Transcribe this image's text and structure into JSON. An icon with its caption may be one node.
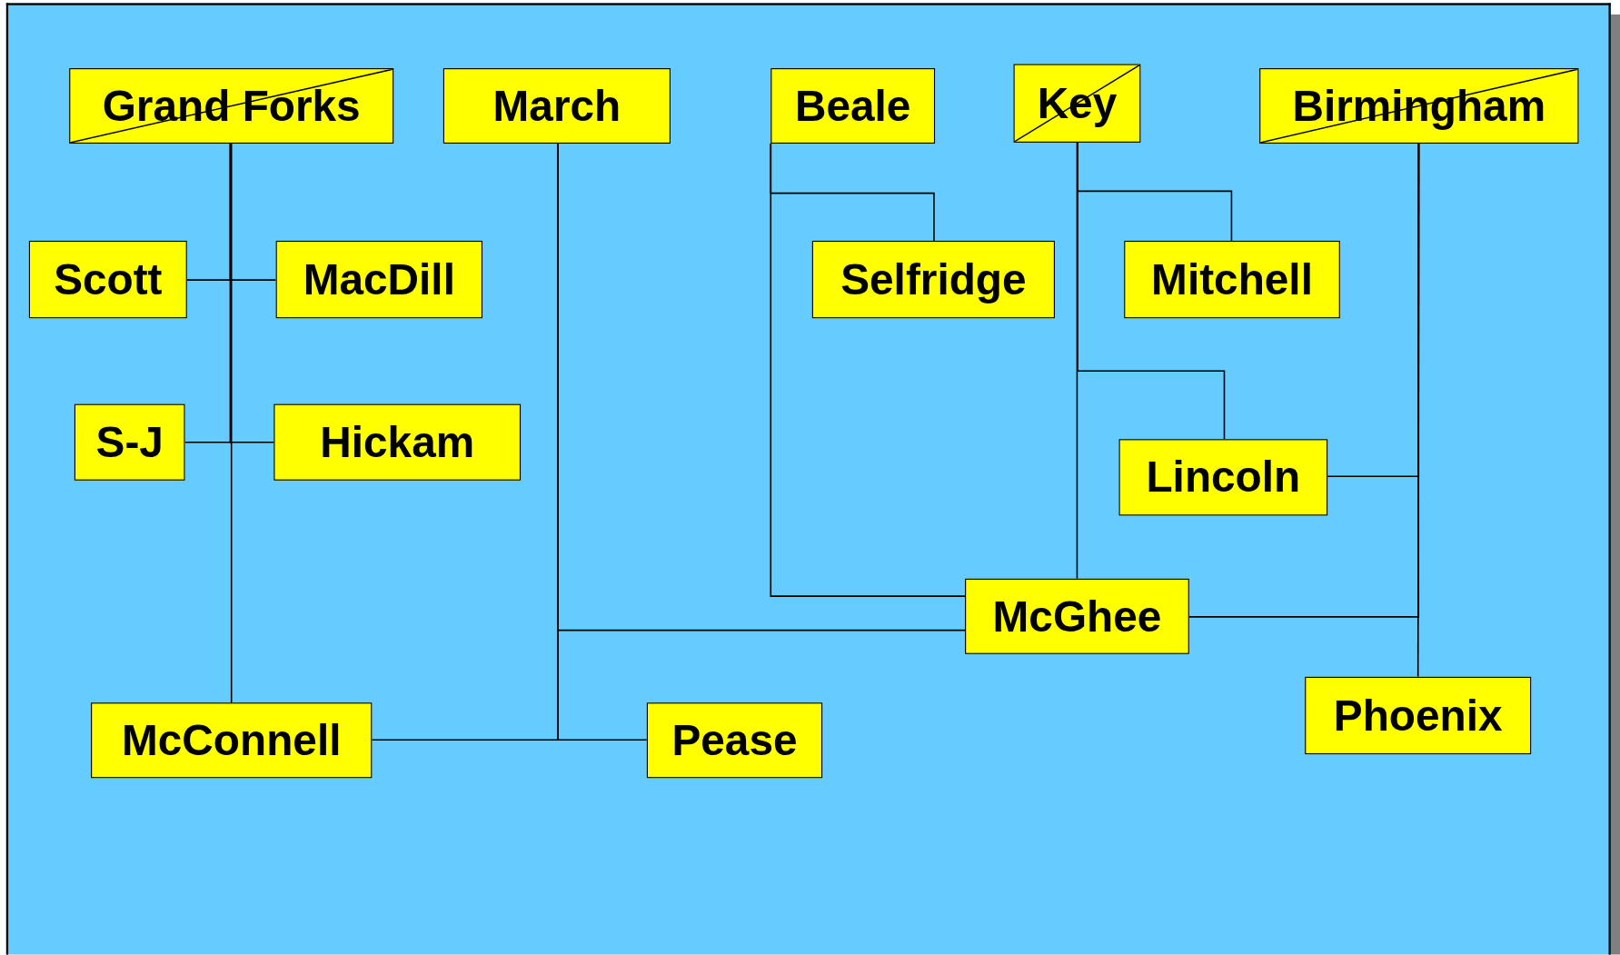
{
  "diagram": {
    "nodes": [
      {
        "text": [
          "Grand Forks"
        ]
      },
      {
        "text": [
          "March"
        ]
      },
      {
        "text": [
          "Beale"
        ]
      },
      {
        "text": [
          "Key"
        ]
      },
      {
        "text": [
          "Birmingham"
        ]
      },
      {
        "text": [
          "Scott"
        ]
      },
      {
        "text": [
          "MacDill"
        ]
      },
      {
        "text": [
          "Selfridge"
        ]
      },
      {
        "text": [
          "Mitchell"
        ]
      },
      {
        "text": [
          "S-J"
        ]
      },
      {
        "text": [
          "Hickam"
        ]
      },
      {
        "text": [
          "Lincoln"
        ]
      },
      {
        "text": [
          "McGhee"
        ]
      },
      {
        "text": [
          "Phoenix"
        ]
      },
      {
        "text": [
          "McConnell"
        ]
      },
      {
        "text": [
          "Pease"
        ]
      }
    ],
    "edges": [
      {
        "from": 0,
        "to": 5,
        "arrow": "none"
      },
      {
        "from": 0,
        "to": 6,
        "arrow": "none"
      },
      {
        "from": 0,
        "to": 9,
        "arrow": "none"
      },
      {
        "from": 0,
        "to": 10,
        "arrow": "none"
      },
      {
        "from": 0,
        "to": 14,
        "arrow": "none"
      },
      {
        "from": 1,
        "to": 12,
        "arrow": "none"
      },
      {
        "from": 1,
        "to": 14,
        "arrow": "none"
      },
      {
        "from": 1,
        "to": 15,
        "arrow": "none"
      },
      {
        "from": 2,
        "to": 7,
        "arrow": "none"
      },
      {
        "from": 2,
        "to": 12,
        "arrow": "none"
      },
      {
        "from": 3,
        "to": 8,
        "arrow": "none"
      },
      {
        "from": 3,
        "to": 11,
        "arrow": "none"
      },
      {
        "from": 3,
        "to": 12,
        "arrow": "none"
      },
      {
        "from": 4,
        "to": 11,
        "arrow": "none"
      },
      {
        "from": 4,
        "to": 12,
        "arrow": "none"
      },
      {
        "from": 4,
        "to": 13,
        "arrow": "none"
      }
    ]
  }
}
